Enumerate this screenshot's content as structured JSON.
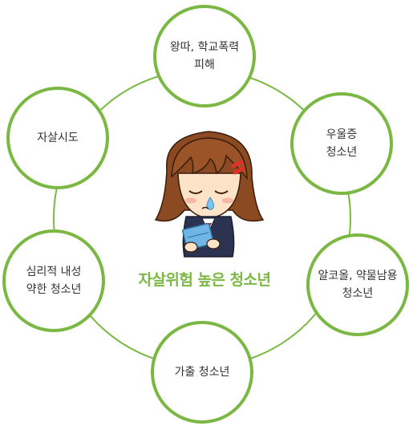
{
  "diagram": {
    "center_label": "자살위험 높은 청소년",
    "accent_color": "#7ab843",
    "center_image": "crying-girl-illustration",
    "nodes": [
      {
        "id": "bullying",
        "label": "왕따, 학교폭력\n피해"
      },
      {
        "id": "depression",
        "label": "우울증\n청소년"
      },
      {
        "id": "alcohol",
        "label": "알코올, 약물남용\n청소년"
      },
      {
        "id": "runaway",
        "label": "가출 청소년"
      },
      {
        "id": "introvert",
        "label": "심리적 내성\n약한 청소년"
      },
      {
        "id": "suicide-attempt",
        "label": "자살시도"
      }
    ]
  }
}
